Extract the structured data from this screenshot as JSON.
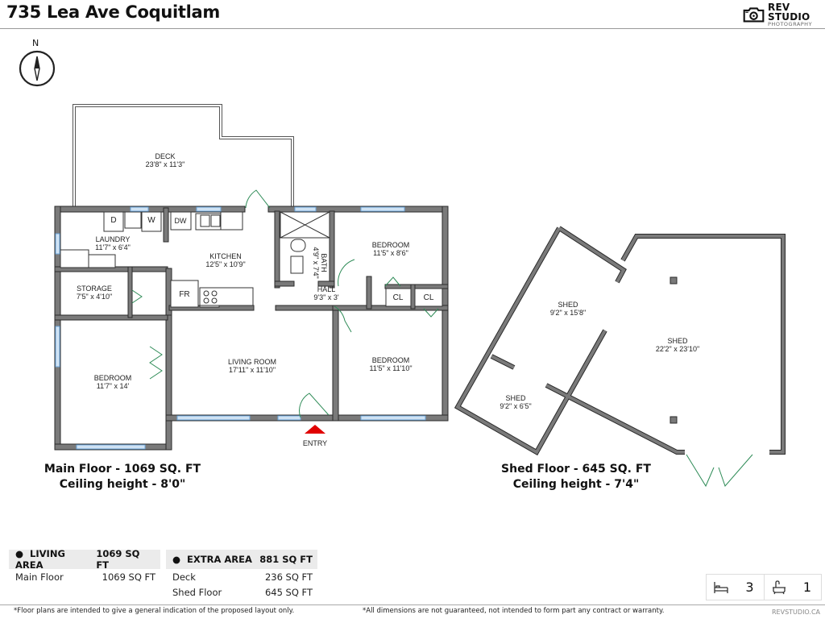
{
  "header": {
    "title": "735 Lea Ave Coquitlam",
    "logo_main": "REV STUDIO",
    "logo_sub": "PHOTOGRAPHY"
  },
  "compass": {
    "label": "N"
  },
  "main_floor": {
    "rooms": [
      {
        "name": "DECK",
        "dims": "23'8\" x 11'3\""
      },
      {
        "name": "LAUNDRY",
        "dims": "11'7\" x 6'4\""
      },
      {
        "name": "KITCHEN",
        "dims": "12'5\" x 10'9\""
      },
      {
        "name": "STORAGE",
        "dims": "7'5\" x 4'10\""
      },
      {
        "name": "BATH",
        "dims": "4'9\" x 7'4\""
      },
      {
        "name": "BEDROOM",
        "dims": "11'5\" x 8'6\""
      },
      {
        "name": "HALL",
        "dims": "9'3\" x 3'"
      },
      {
        "name": "BEDROOM",
        "dims": "11'7\" x 14'"
      },
      {
        "name": "LIVING ROOM",
        "dims": "17'11\" x 11'10\""
      },
      {
        "name": "BEDROOM",
        "dims": "11'5\" x 11'10\""
      }
    ],
    "fixtures": {
      "dryer": "D",
      "washer": "W",
      "dishwasher": "DW",
      "fridge": "FR",
      "closet1": "CL",
      "closet2": "CL"
    },
    "entry_label": "ENTRY",
    "caption_line1": "Main Floor - 1069 SQ. FT",
    "caption_line2": "Ceiling height - 8'0\""
  },
  "shed_floor": {
    "rooms": [
      {
        "name": "SHED",
        "dims": "9'2\" x 15'8\""
      },
      {
        "name": "SHED",
        "dims": "22'2\" x 23'10\""
      },
      {
        "name": "SHED",
        "dims": "9'2\" x 6'5\""
      }
    ],
    "caption_line1": "Shed Floor - 645 SQ. FT",
    "caption_line2": "Ceiling height - 7'4\""
  },
  "areas": {
    "living": {
      "label": "LIVING AREA",
      "total": "1069 SQ FT",
      "rows": [
        {
          "name": "Main Floor",
          "value": "1069 SQ FT"
        }
      ]
    },
    "extra": {
      "label": "EXTRA AREA",
      "total": "881 SQ FT",
      "rows": [
        {
          "name": "Deck",
          "value": "236 SQ FT"
        },
        {
          "name": "Shed Floor",
          "value": "645 SQ FT"
        }
      ]
    }
  },
  "counts": {
    "bedrooms": "3",
    "bathrooms": "1"
  },
  "footer": {
    "disclaimer_left": "*Floor plans are intended to give a general indication of the proposed layout only.",
    "disclaimer_right": "*All dimensions are not guaranteed, not intended to form part any contract or warranty.",
    "website": "REVSTUDIO.CA"
  },
  "colors": {
    "wall": "#7a7a7a",
    "wall_outline": "#2a2a2a",
    "window": "#6fa8dc",
    "door": "#2e8b57",
    "entry": "#e00000"
  }
}
